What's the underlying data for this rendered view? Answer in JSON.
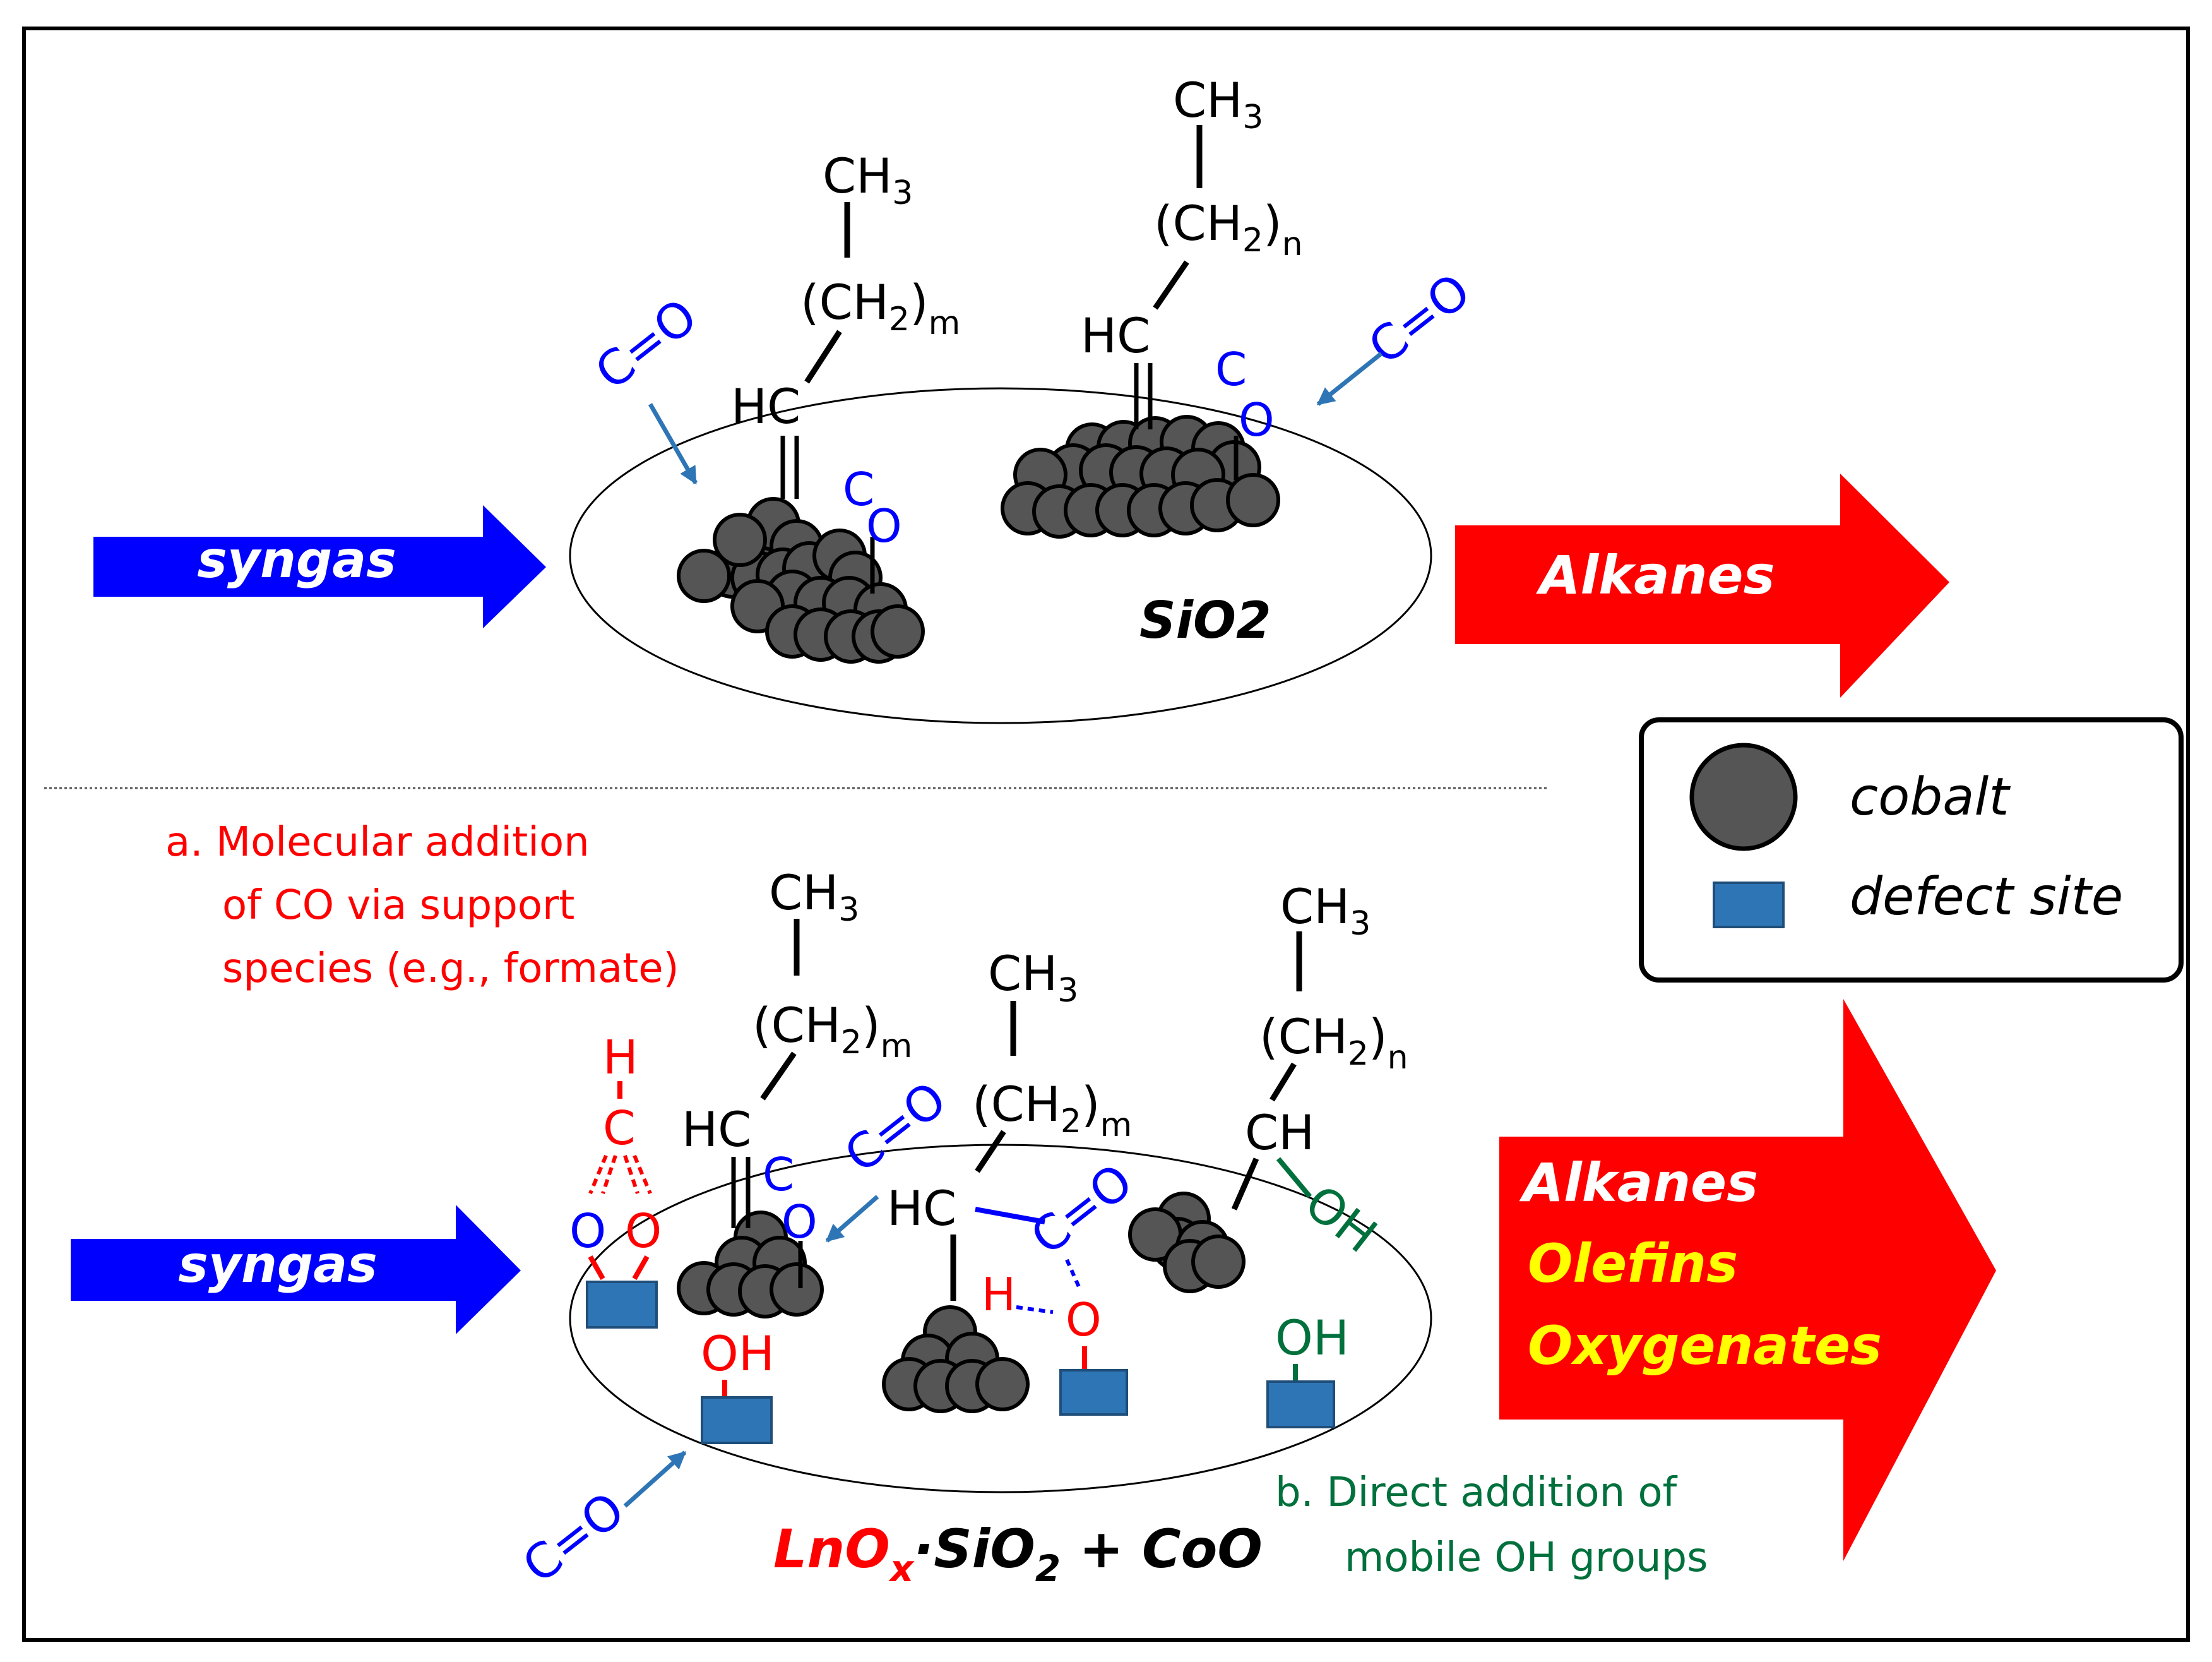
{
  "arrows": {
    "top_input": "syngas",
    "bottom_input": "syngas",
    "top_output": "Alkanes",
    "bottom_output": [
      "Alkanes",
      "Olefins",
      "Oxygenates"
    ]
  },
  "supports": {
    "top": "SiO2",
    "bottom_parts": [
      "LnO",
      "x",
      "·SiO",
      "2",
      " + CoO"
    ]
  },
  "legend": {
    "cobalt": "cobalt",
    "defect": "defect site"
  },
  "notes": {
    "a": [
      "a.  Molecular addition",
      "of CO via support",
      "species (e.g., formate)"
    ],
    "b": [
      "b.  Direct addition of",
      "mobile OH groups"
    ]
  },
  "molecules": {
    "co": "C=O",
    "c": "C",
    "o": "O",
    "h": "H",
    "hc": "HC",
    "ch": "CH",
    "oh": "OH",
    "ch3": "CH",
    "sub3": "3",
    "ch2": "(CH",
    "sub2": "2",
    "close": ")",
    "m": "m",
    "n": "n"
  },
  "colors": {
    "syngas_arrow": "#0000ff",
    "product_arrow": "#ff0000",
    "cobalt": "#555555",
    "defect_site": "#2e75b6",
    "co_blue": "#0000ff",
    "formate_red": "#ff0000",
    "hydroxyl_green": "#00703c",
    "olefin_yellow": "#ffff00",
    "pointer_arrow": "#2e75b6"
  }
}
